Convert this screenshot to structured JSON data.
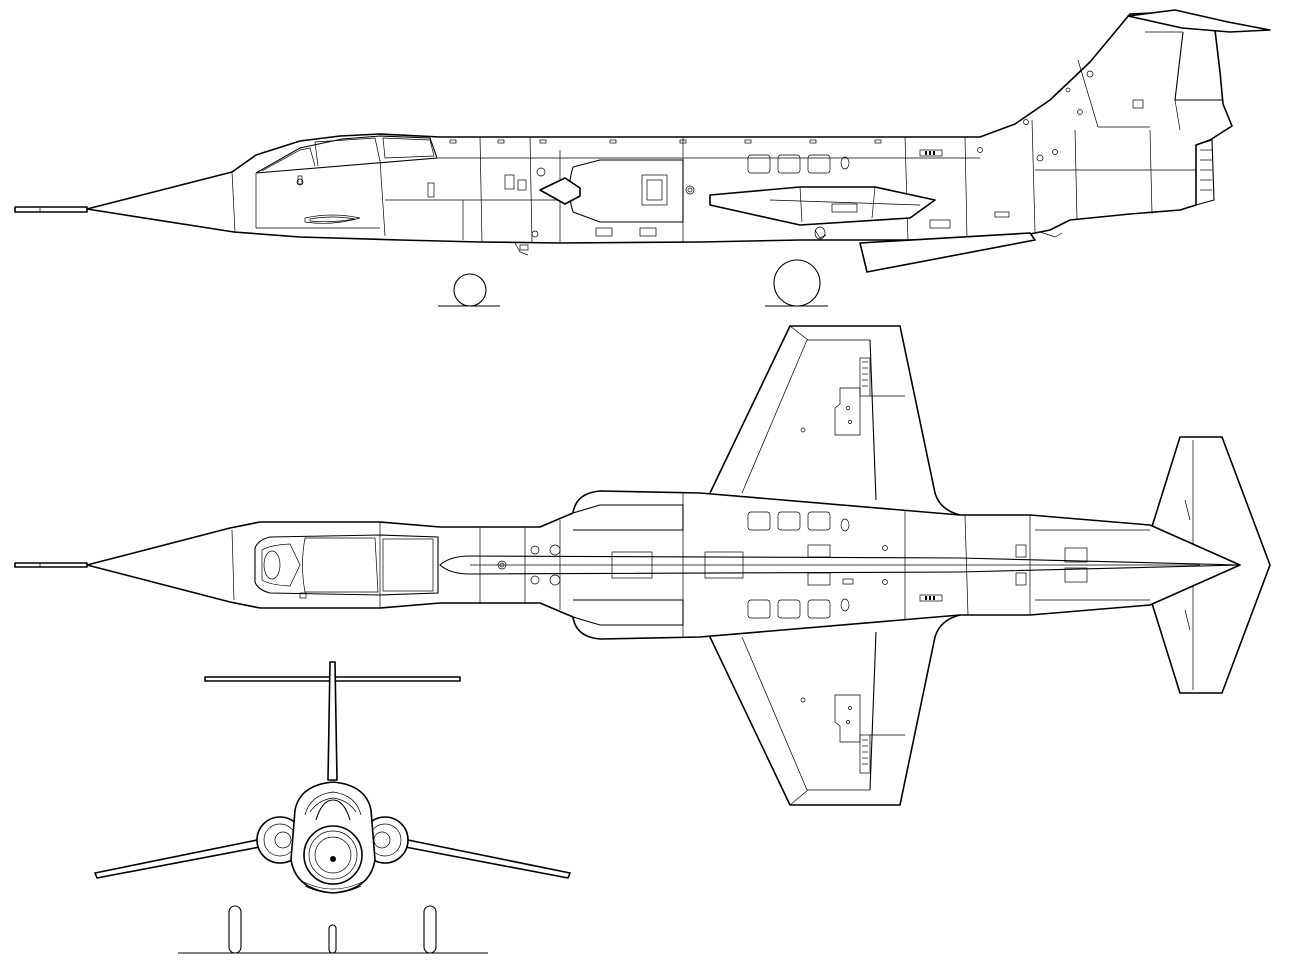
{
  "drawing": {
    "views": [
      "side-view",
      "top-view",
      "front-view"
    ],
    "line_color": "#000000",
    "background_color": "#ffffff"
  }
}
